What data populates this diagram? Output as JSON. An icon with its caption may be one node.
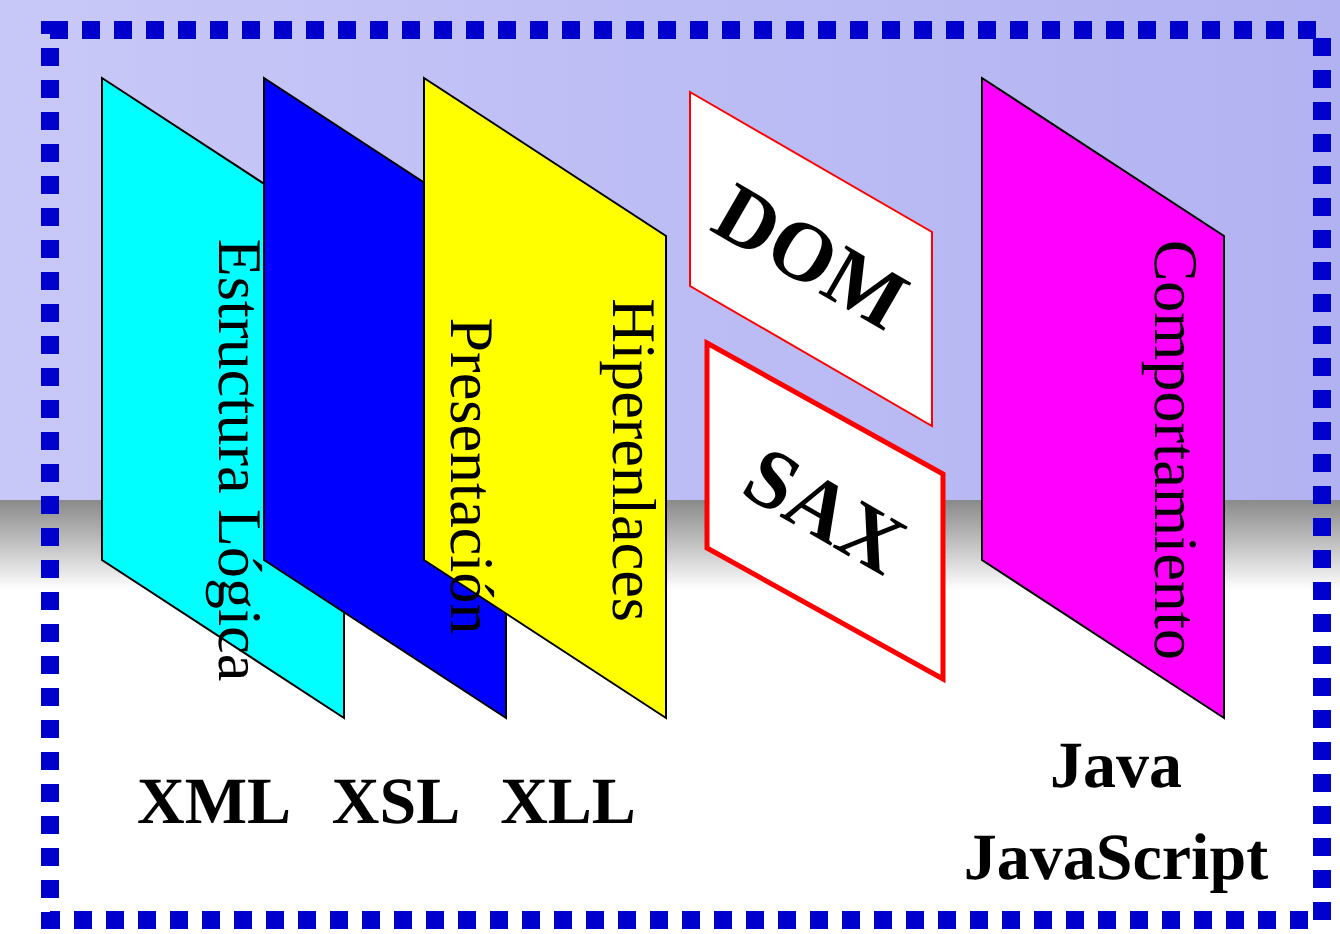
{
  "diagram": {
    "nodes": [
      {
        "text": [
          "Estructura Lógica"
        ],
        "beside": [
          "XML"
        ]
      },
      {
        "text": [
          "Presentación"
        ],
        "beside": [
          "XSL"
        ]
      },
      {
        "text": [
          "Hiperenlaces"
        ],
        "beside": [
          "XLL"
        ]
      },
      {
        "text": [
          "DOM"
        ]
      },
      {
        "text": [
          "SAX"
        ]
      },
      {
        "text": [
          "Comportamiento"
        ],
        "beside": [
          "Java",
          "JavaScript"
        ]
      }
    ]
  }
}
